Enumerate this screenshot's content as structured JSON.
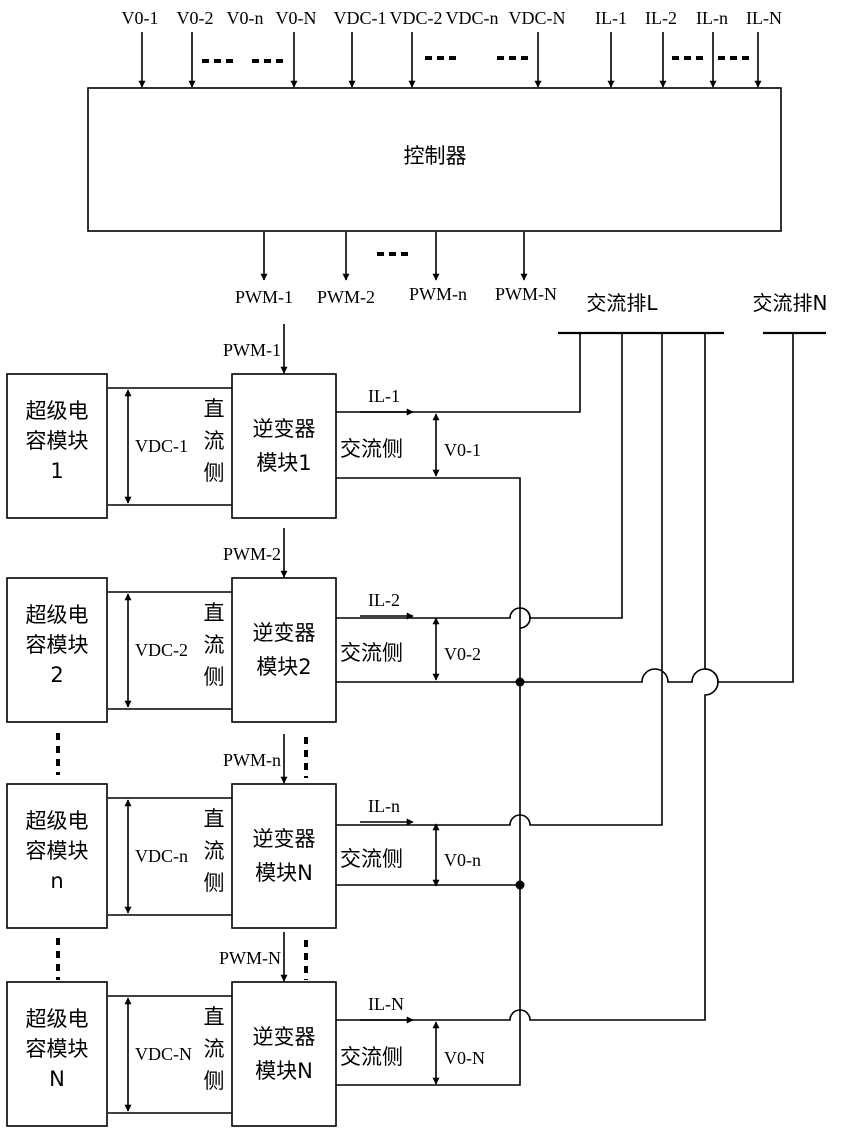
{
  "controller": {
    "label": "控制器",
    "inputs_vo": [
      "V0-1",
      "V0-2",
      "V0-n",
      "V0-N"
    ],
    "inputs_vdc": [
      "VDC-1",
      "VDC-2",
      "VDC-n",
      "VDC-N"
    ],
    "inputs_il": [
      "IL-1",
      "IL-2",
      "IL-n",
      "IL-N"
    ],
    "outputs": [
      "PWM-1",
      "PWM-2",
      "PWM-n",
      "PWM-N"
    ]
  },
  "buses": {
    "bus_l": "交流排L",
    "bus_n": "交流排N"
  },
  "modules": [
    {
      "cap_line1": "超级电",
      "cap_line2": "容模块",
      "cap_line3": "1",
      "vdc": "VDC-1",
      "dc_side": [
        "直",
        "流",
        "侧"
      ],
      "inv_line1": "逆变器",
      "inv_line2": "模块1",
      "pwm": "PWM-1",
      "il": "IL-1",
      "ac_side": "交流侧",
      "vo": "V0-1"
    },
    {
      "cap_line1": "超级电",
      "cap_line2": "容模块",
      "cap_line3": "2",
      "vdc": "VDC-2",
      "dc_side": [
        "直",
        "流",
        "侧"
      ],
      "inv_line1": "逆变器",
      "inv_line2": "模块2",
      "pwm": "PWM-2",
      "il": "IL-2",
      "ac_side": "交流侧",
      "vo": "V0-2"
    },
    {
      "cap_line1": "超级电",
      "cap_line2": "容模块",
      "cap_line3": "n",
      "vdc": "VDC-n",
      "dc_side": [
        "直",
        "流",
        "侧"
      ],
      "inv_line1": "逆变器",
      "inv_line2": "模块N",
      "pwm": "PWM-n",
      "il": "IL-n",
      "ac_side": "交流侧",
      "vo": "V0-n"
    },
    {
      "cap_line1": "超级电",
      "cap_line2": "容模块",
      "cap_line3": "N",
      "vdc": "VDC-N",
      "dc_side": [
        "直",
        "流",
        "侧"
      ],
      "inv_line1": "逆变器",
      "inv_line2": "模块N",
      "pwm": "PWM-N",
      "il": "IL-N",
      "ac_side": "交流侧",
      "vo": "V0-N"
    }
  ]
}
